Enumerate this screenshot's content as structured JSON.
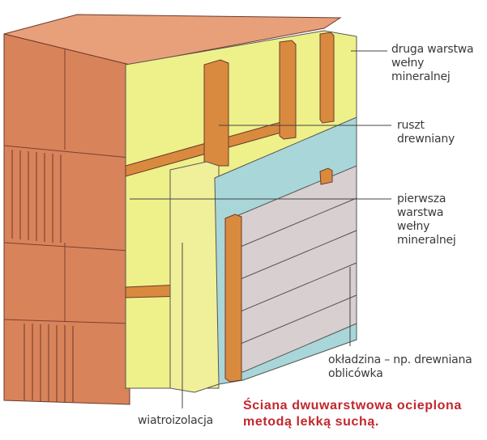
{
  "labels": {
    "second_layer": [
      "druga warstwa",
      "wełny",
      "mineralnej"
    ],
    "frame": [
      "ruszt",
      "drewniany"
    ],
    "first_layer": [
      "pierwsza",
      "warstwa",
      "wełny",
      "mineralnej"
    ],
    "cladding": [
      "okładzina – np. drewniana",
      "oblicówka"
    ],
    "wind_barrier": "wiatroizolacja"
  },
  "caption": [
    "Ściana dwuwarstwowa ocieplona",
    "metodą lekką suchą."
  ],
  "colors": {
    "brick": "#d9835a",
    "wool": "#eef08a",
    "wind_barrier": "#a9d6d8",
    "timber": "#d98a3e",
    "cladding": "#d8cfd0",
    "caption": "#c1272d"
  }
}
